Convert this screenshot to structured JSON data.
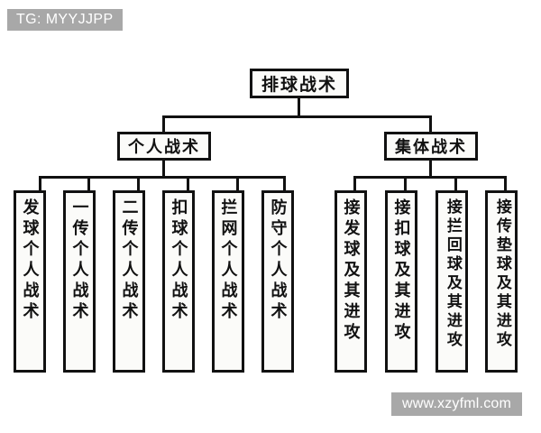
{
  "watermarks": {
    "top_left": "TG: MYYJJPP",
    "bottom_right": "www.xzyfml.com"
  },
  "diagram": {
    "title": "排球战术",
    "root": {
      "label": "排球战术"
    },
    "branches": [
      {
        "label": "个人战术"
      },
      {
        "label": "集体战术"
      }
    ],
    "individual_leaves": [
      {
        "label": "发球个人战术"
      },
      {
        "label": "一传个人战术"
      },
      {
        "label": "二传个人战术"
      },
      {
        "label": "扣球个人战术"
      },
      {
        "label": "拦网个人战术"
      },
      {
        "label": "防守个人战术"
      }
    ],
    "team_leaves": [
      {
        "label": "接发球及其进攻"
      },
      {
        "label": "接扣球及其进攻"
      },
      {
        "label": "接拦回球及其进攻"
      },
      {
        "label": "接传垫球及其进攻"
      }
    ],
    "colors": {
      "line": "#111111",
      "box_border": "#111111",
      "box_fill": "#fbfbf9",
      "background": "#ffffff",
      "watermark_bg": "#a8a8a8",
      "watermark_text": "#ffffff"
    }
  }
}
